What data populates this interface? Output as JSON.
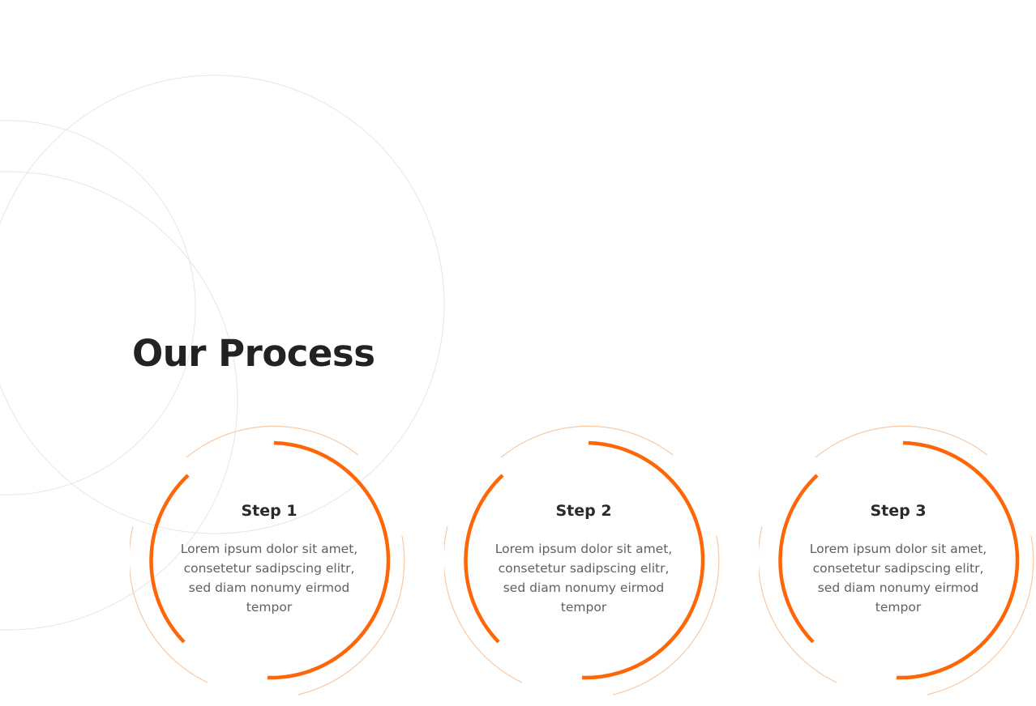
{
  "section": {
    "title": "Our Process"
  },
  "colors": {
    "accent": "#ff6607",
    "accent_light": "#f9c9a4",
    "line_gray": "#e6e6e6",
    "heading": "#222222",
    "body_text": "#606060"
  },
  "steps": [
    {
      "title": "Step 1",
      "text": "Lorem ipsum dolor sit amet, consetetur sadipscing elitr, sed diam nonumy eirmod tempor"
    },
    {
      "title": "Step 2",
      "text": "Lorem ipsum dolor sit amet, consetetur sadipscing elitr, sed diam nonumy eirmod tempor"
    },
    {
      "title": "Step 3",
      "text": "Lorem ipsum dolor sit amet, consetetur sadipscing elitr, sed diam nonumy eirmod tempor"
    }
  ]
}
